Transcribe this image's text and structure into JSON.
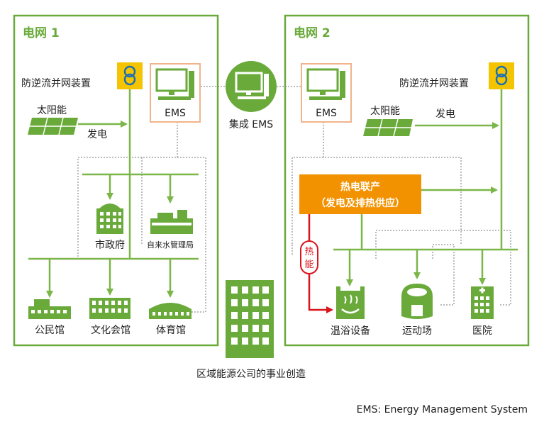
{
  "grid1": {
    "title": "电网 1"
  },
  "grid2": {
    "title": "电网 2"
  },
  "labels": {
    "anti_backflow_1": "防逆流并网装置",
    "anti_backflow_2": "防逆流并网装置",
    "solar_1": "太阳能",
    "solar_2": "太阳能",
    "generation_1": "发电",
    "generation_2": "发电",
    "ems_1": "EMS",
    "ems_2": "EMS",
    "integrated_ems": "集成 EMS",
    "city_hall": "市政府",
    "waterworks": "自来水管理局",
    "community_hall": "公民馆",
    "culture_hall": "文化会馆",
    "gymnasium": "体育馆",
    "cogen_title": "热电联产",
    "cogen_sub": "（发电及排热供应）",
    "heat_1": "热",
    "heat_2": "能",
    "bath": "温浴设备",
    "stadium": "运动场",
    "hospital": "医院",
    "energy_company": "区域能源公司的事业创造",
    "footnote": "EMS: Energy Management System"
  },
  "colors": {
    "green": "#6aaa3a",
    "green_light": "#7ab648",
    "yellow": "#f5c400",
    "blue": "#1b6fb5",
    "orange": "#f39200",
    "red": "#d7151c",
    "ems_border": "#f0b48c"
  }
}
